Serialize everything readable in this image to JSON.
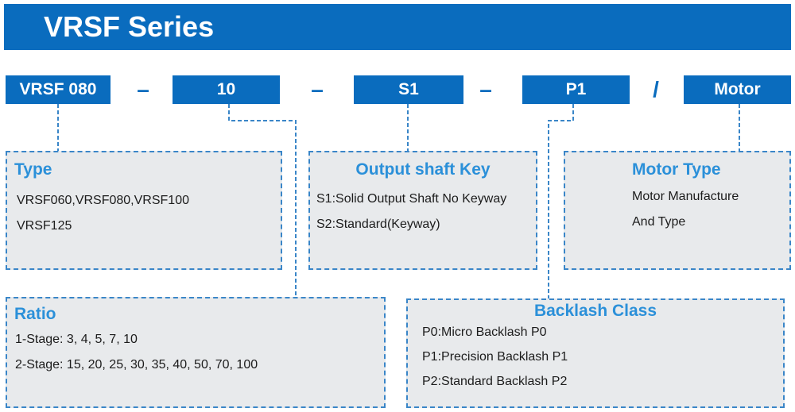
{
  "banner": {
    "title": "VRSF Series"
  },
  "code": {
    "parts": [
      "VRSF 080",
      "10",
      "S1",
      "P1",
      "Motor"
    ],
    "separators": [
      "–",
      "–",
      "–",
      "/"
    ]
  },
  "panels": {
    "type": {
      "title": "Type",
      "lines": [
        "VRSF060,VRSF080,VRSF100",
        "VRSF125"
      ]
    },
    "output": {
      "title": "Output shaft Key",
      "lines": [
        "S1:Solid Output Shaft No Keyway",
        "S2:Standard(Keyway)"
      ]
    },
    "motor": {
      "title": "Motor Type",
      "lines": [
        "Motor Manufacture",
        "And Type"
      ]
    },
    "ratio": {
      "title": "Ratio",
      "lines": [
        "1-Stage: 3, 4, 5, 7, 10",
        "2-Stage: 15, 20, 25, 30, 35, 40, 50, 70, 100"
      ]
    },
    "backlash": {
      "title": "Backlash Class",
      "lines": [
        "P0:Micro Backlash P0",
        "P1:Precision Backlash P1",
        "P2:Standard Backlash P2"
      ]
    }
  },
  "colors": {
    "accent": "#0a6cbe",
    "title_text": "#2b90d9",
    "panel_bg": "#e8eaec",
    "dash": "#3a86c8"
  }
}
